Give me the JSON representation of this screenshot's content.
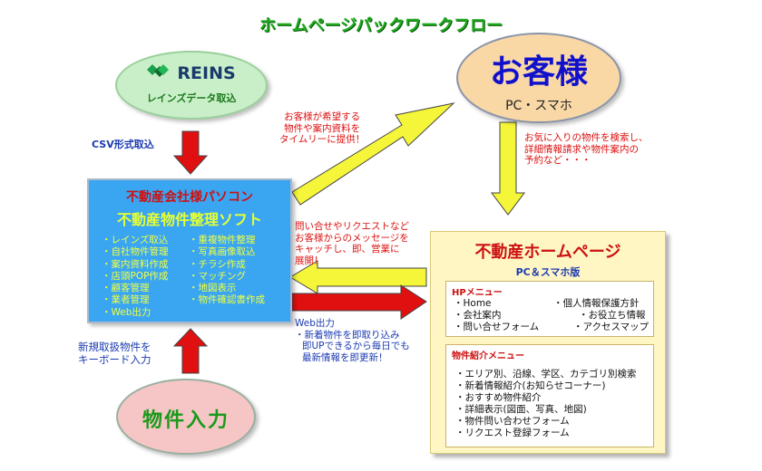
{
  "title": "ホームページパックワークフロー",
  "reins": {
    "name": "REINS",
    "subtitle": "レインズデータ取込"
  },
  "customer": {
    "name": "お客様",
    "subtitle": "PC・スマホ"
  },
  "property_input": {
    "label": "物件入力"
  },
  "software": {
    "title1": "不動産会社様パソコン",
    "title2": "不動産物件整理ソフト",
    "features_left": [
      "・レインズ取込",
      "・自社物件管理",
      "・案内資料作成",
      "・店頭POP作成",
      "・顧客管理",
      "・業者管理",
      "・Web出力"
    ],
    "features_right": [
      "・重複物件整理",
      "・写真画像取込",
      "・チラシ作成",
      "・マッチング",
      "・地図表示",
      "・物件確認書作成"
    ]
  },
  "homepage": {
    "title": "不動産ホームページ",
    "subtitle": "PC＆スマホ版",
    "hp_menu": {
      "heading": "HPメニュー",
      "items": [
        "・Home",
        "・会社案内",
        "・問い合せフォーム",
        "・個人情報保護方針",
        "・お役立ち情報",
        "・アクセスマップ"
      ]
    },
    "property_menu": {
      "heading": "物件紹介メニュー",
      "items": [
        "・エリア別、沿線、学区、カテゴリ別検索",
        "・新着情報紹介(お知らせコーナー)",
        "・おすすめ物件紹介",
        "・詳細表示(図面、写真、地図)",
        "・物件問い合わせフォーム",
        "・リクエスト登録フォーム"
      ]
    }
  },
  "annotations": {
    "csv": "CSV形式取込",
    "provide": [
      "お客様が希望する",
      "物件や案内資料を",
      "タイムリーに提供！"
    ],
    "search": [
      "お気に入りの物件を検索し、",
      "詳細情報請求や物件案内の",
      "予約など・・・"
    ],
    "inquiry": [
      "問い合せやリクエストなど",
      "お客様からのメッセージを",
      "キャッチし、即、営業に",
      "展開！"
    ],
    "web_output": [
      "Web出力",
      "・新着物件を即取り込み",
      "即UPできるから毎日でも",
      "最新情報を即更新！"
    ],
    "keyboard": [
      "新規取扱物件を",
      "キーボード入力"
    ]
  },
  "colors": {
    "title_green": "#1faa1f",
    "arrow_red": "#e01010",
    "arrow_yellow": "#f5f53a",
    "software_blue": "#3aa6f2",
    "homepage_bg": "#fff6c4"
  }
}
